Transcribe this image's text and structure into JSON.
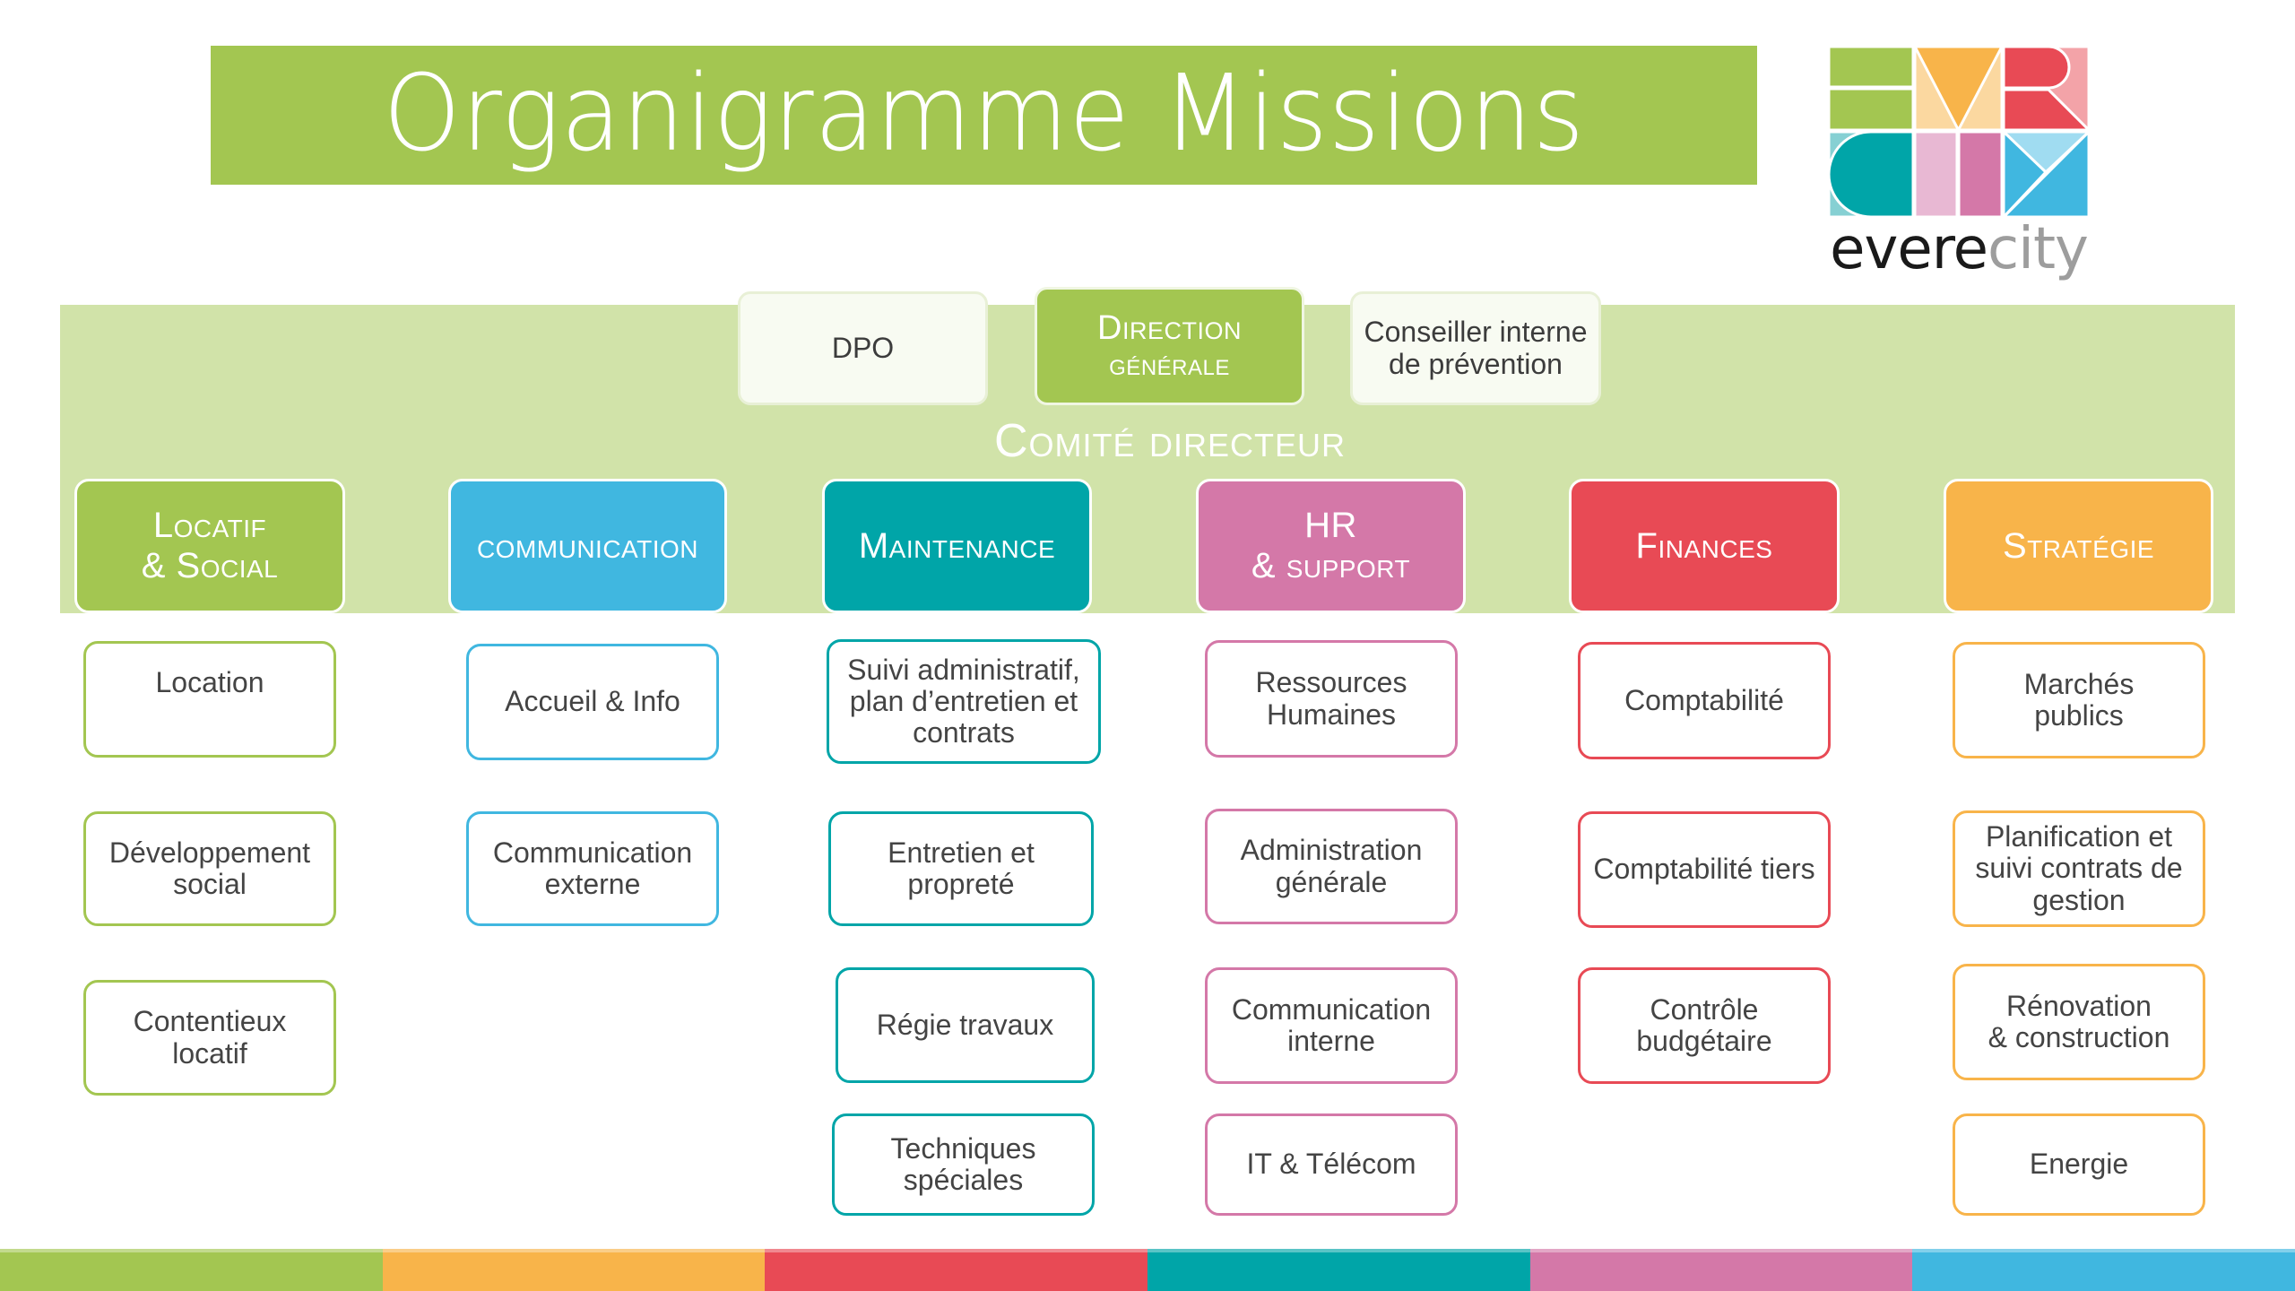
{
  "title": "Organigramme Missions",
  "logo": {
    "text_part1": "evere",
    "text_part2": "city",
    "colors": {
      "green": "#a3c651",
      "orange": "#f8b44a",
      "orange_light": "#fbd8a0",
      "red": "#e84a55",
      "red_light": "#f3a3a8",
      "teal": "#00a5a8",
      "teal_light": "#86d0d3",
      "pink_light": "#e8b8d3",
      "pink": "#d478a8",
      "blue": "#40b7e0",
      "blue_light": "#a0dcf1"
    }
  },
  "management": {
    "dpo": "DPO",
    "direction_generale": "Direction\ngénérale",
    "direction_generale_lines": [
      "Direction",
      "générale"
    ],
    "conseiller_lines": [
      "Conseiller interne",
      "de prévention"
    ],
    "committee_label": "Comité directeur"
  },
  "colors": {
    "band": "#d1e3a9",
    "title_bg": "#a3c651"
  },
  "departments": [
    {
      "id": "locatif-social",
      "label_lines": [
        "Locatif",
        "& Social"
      ],
      "color": "#a3c651",
      "missions": [
        "Location",
        "Développement\nsocial",
        "Contentieux\nlocatif"
      ]
    },
    {
      "id": "communication",
      "label_lines": [
        "communication"
      ],
      "color": "#40b7e0",
      "missions": [
        "Accueil & Info",
        "Communication\nexterne"
      ]
    },
    {
      "id": "maintenance",
      "label_lines": [
        "Maintenance"
      ],
      "color": "#00a5a8",
      "missions": [
        "Suivi administratif,\nplan d’entretien et\ncontrats",
        "Entretien et\npropreté",
        "Régie travaux",
        "Techniques\nspéciales"
      ]
    },
    {
      "id": "hr-support",
      "label_lines": [
        "HR",
        "& support"
      ],
      "color": "#d478a8",
      "missions": [
        "Ressources\nHumaines",
        "Administration\ngénérale",
        "Communication\ninterne",
        "IT & Télécom"
      ]
    },
    {
      "id": "finances",
      "label_lines": [
        "Finances"
      ],
      "color": "#e84a55",
      "missions": [
        "Comptabilité",
        "Comptabilité tiers",
        "Contrôle\nbudgétaire"
      ]
    },
    {
      "id": "strategie",
      "label_lines": [
        "Stratégie"
      ],
      "color": "#f8b44a",
      "missions": [
        "Marchés\npublics",
        "Planification et\nsuivi contrats de\ngestion",
        "Rénovation\n& construction",
        "Energie"
      ]
    }
  ],
  "bottom_stripe_colors": [
    "#a3c651",
    "#f8b44a",
    "#e84a55",
    "#00a5a8",
    "#d478a8",
    "#40b7e0"
  ]
}
